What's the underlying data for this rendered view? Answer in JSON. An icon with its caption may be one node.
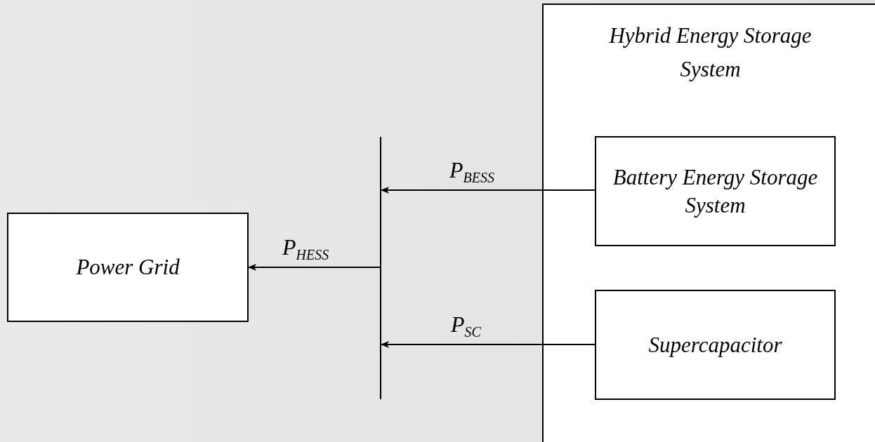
{
  "diagram": {
    "nodes": [
      {
        "text": [
          "Power Grid"
        ]
      },
      {
        "text": [
          "Hybrid Energy Storage System"
        ]
      },
      {
        "text": [
          "Battery Energy Storage System"
        ],
        "in": 1
      },
      {
        "text": [
          "Supercapacitor"
        ],
        "in": 1
      },
      {
        "text": [],
        "shape": "bar"
      }
    ],
    "edges": [
      {
        "from": 2,
        "to": 4,
        "arrow": "to",
        "label": "P$_{BESS}$"
      },
      {
        "from": 3,
        "to": 4,
        "arrow": "to",
        "label": "P$_{SC}$"
      },
      {
        "from": 4,
        "to": 0,
        "arrow": "to",
        "label": "P$_{HESS}$"
      }
    ]
  }
}
